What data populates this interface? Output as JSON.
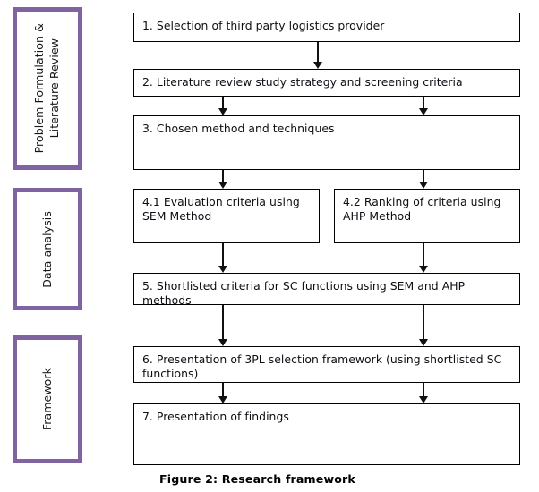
{
  "figure": {
    "caption": "Figure 2: Research framework",
    "accent_color": "#8064A2",
    "line_color": "#000000",
    "background_color": "#FFFFFF"
  },
  "phases": [
    {
      "id": "problem-formulation",
      "label": "Problem Formulation &\nLiterature Review"
    },
    {
      "id": "data-analysis",
      "label": "Data analysis"
    },
    {
      "id": "framework",
      "label": "Framework"
    }
  ],
  "steps": [
    {
      "id": "step-1",
      "number": "1.",
      "text": "1. Selection of third party logistics provider"
    },
    {
      "id": "step-2",
      "number": "2.",
      "text": "2. Literature review study strategy and screening criteria"
    },
    {
      "id": "step-3",
      "number": "3.",
      "text": "3. Chosen method and techniques"
    },
    {
      "id": "step-4-1",
      "number": "4.1",
      "text": "4.1 Evaluation criteria using SEM Method"
    },
    {
      "id": "step-4-2",
      "number": "4.2",
      "text": "4.2 Ranking of criteria using AHP Method"
    },
    {
      "id": "step-5",
      "number": "5.",
      "text": "5. Shortlisted criteria for SC functions using SEM and AHP methods"
    },
    {
      "id": "step-6",
      "number": "6.",
      "text": "6. Presentation of 3PL selection framework (using shortlisted SC functions)"
    },
    {
      "id": "step-7",
      "number": "7.",
      "text": "7. Presentation of findings"
    }
  ],
  "connectors": [
    {
      "id": "arrow-1-to-2",
      "from": "step-1",
      "to": "step-2"
    },
    {
      "id": "arrow-2-to-3-left",
      "from": "step-2",
      "to": "step-3"
    },
    {
      "id": "arrow-2-to-3-right",
      "from": "step-2",
      "to": "step-3"
    },
    {
      "id": "arrow-3-to-4-1",
      "from": "step-3",
      "to": "step-4-1"
    },
    {
      "id": "arrow-3-to-4-2",
      "from": "step-3",
      "to": "step-4-2"
    },
    {
      "id": "arrow-4-1-to-5",
      "from": "step-4-1",
      "to": "step-5"
    },
    {
      "id": "arrow-4-2-to-5",
      "from": "step-4-2",
      "to": "step-5"
    },
    {
      "id": "arrow-5-to-6-left",
      "from": "step-5",
      "to": "step-6"
    },
    {
      "id": "arrow-5-to-6-right",
      "from": "step-5",
      "to": "step-6"
    },
    {
      "id": "arrow-6-to-7-left",
      "from": "step-6",
      "to": "step-7"
    },
    {
      "id": "arrow-6-to-7-right",
      "from": "step-6",
      "to": "step-7"
    }
  ]
}
